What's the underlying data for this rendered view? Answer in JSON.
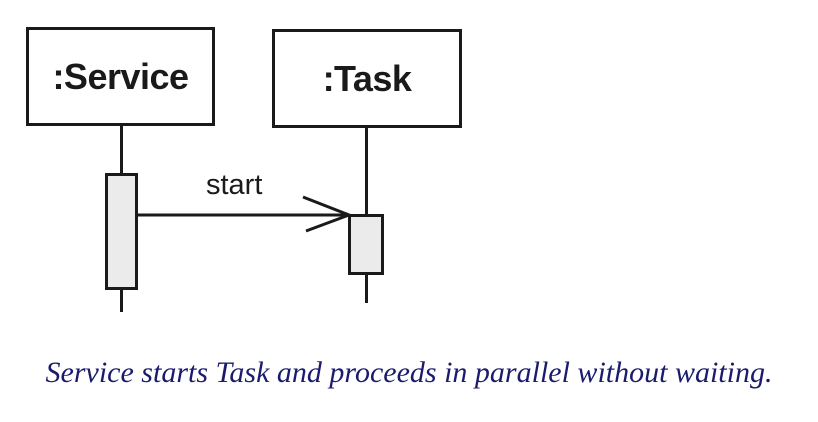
{
  "diagram": {
    "type": "uml-sequence",
    "lifelines": [
      {
        "name": "service",
        "label": ":Service"
      },
      {
        "name": "task",
        "label": ":Task"
      }
    ],
    "messages": [
      {
        "label": "start",
        "from": "service",
        "to": "task",
        "kind": "asynchronous-open-arrowhead"
      }
    ],
    "caption": "Service starts Task and proceeds in parallel without waiting."
  },
  "colors": {
    "background": "#ffffff",
    "line": "#1a1a1a",
    "activation_fill": "#ebebeb",
    "caption_text": "#1b1b6e"
  }
}
